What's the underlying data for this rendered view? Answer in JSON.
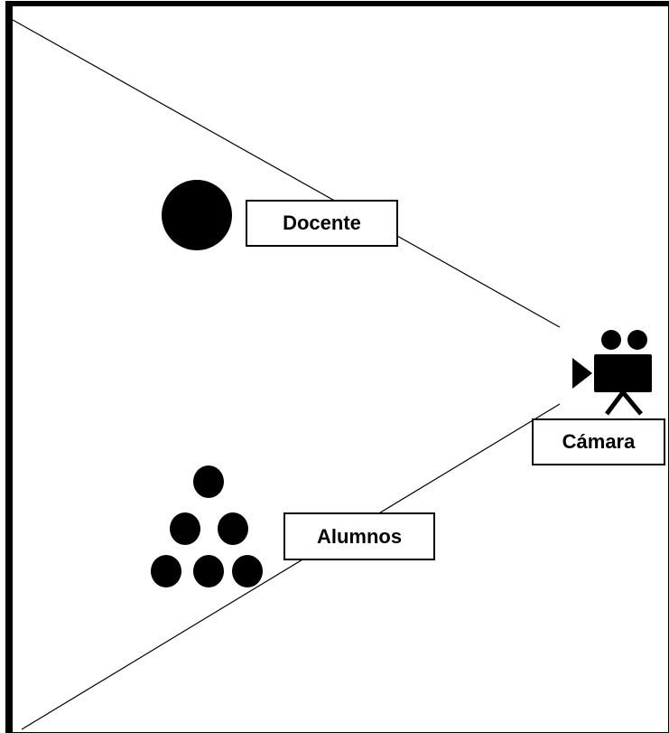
{
  "diagram": {
    "labels": {
      "docente": "Docente",
      "alumnos": "Alumnos",
      "camara": "Cámara"
    },
    "icons": {
      "teacher": "filled-circle",
      "students": "group-of-six-filled-circles",
      "camera": "movie-camera-icon"
    },
    "colors": {
      "stroke": "#000000",
      "fill": "#000000",
      "background": "#ffffff"
    }
  }
}
